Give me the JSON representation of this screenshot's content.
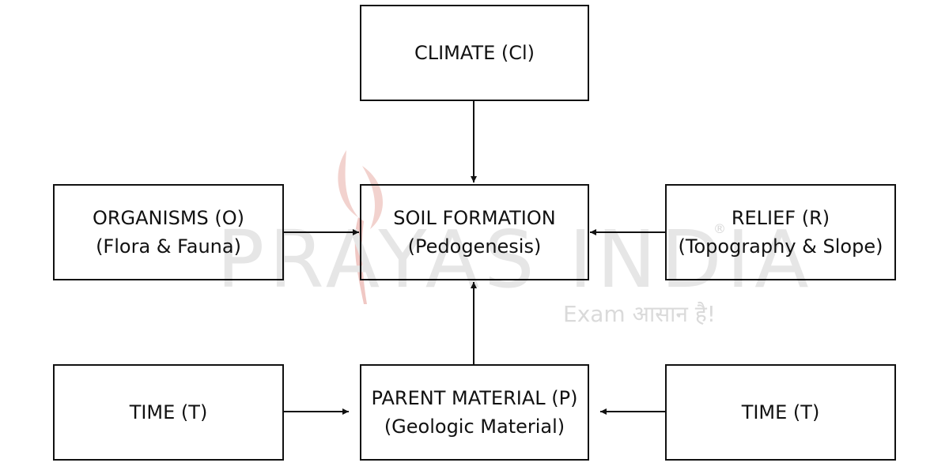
{
  "nodes": {
    "climate": {
      "line1": "CLIMATE (Cl)",
      "line2": ""
    },
    "organisms": {
      "line1": "ORGANISMS (O)",
      "line2": "(Flora & Fauna)"
    },
    "soil_formation": {
      "line1": "SOIL FORMATION",
      "line2": "(Pedogenesis)"
    },
    "relief": {
      "line1": "RELIEF (R)",
      "line2": "(Topography & Slope)"
    },
    "time_left": {
      "line1": "TIME (T)",
      "line2": ""
    },
    "parent_material": {
      "line1": "PARENT MATERIAL (P)",
      "line2": "(Geologic Material)"
    },
    "time_right": {
      "line1": "TIME (T)",
      "line2": ""
    }
  },
  "edges": [
    {
      "from": "climate",
      "to": "soil_formation"
    },
    {
      "from": "organisms",
      "to": "soil_formation"
    },
    {
      "from": "relief",
      "to": "soil_formation"
    },
    {
      "from": "parent_material",
      "to": "soil_formation"
    },
    {
      "from": "time_left",
      "to": "parent_material"
    },
    {
      "from": "time_right",
      "to": "parent_material"
    }
  ],
  "watermark": {
    "brand": "PRAYAS INDIA",
    "tagline": "Exam आसान है!",
    "mark": "®"
  },
  "colors": {
    "stroke": "#111111",
    "watermark": "#e6e6e6",
    "logo": "#f0c8c4"
  }
}
